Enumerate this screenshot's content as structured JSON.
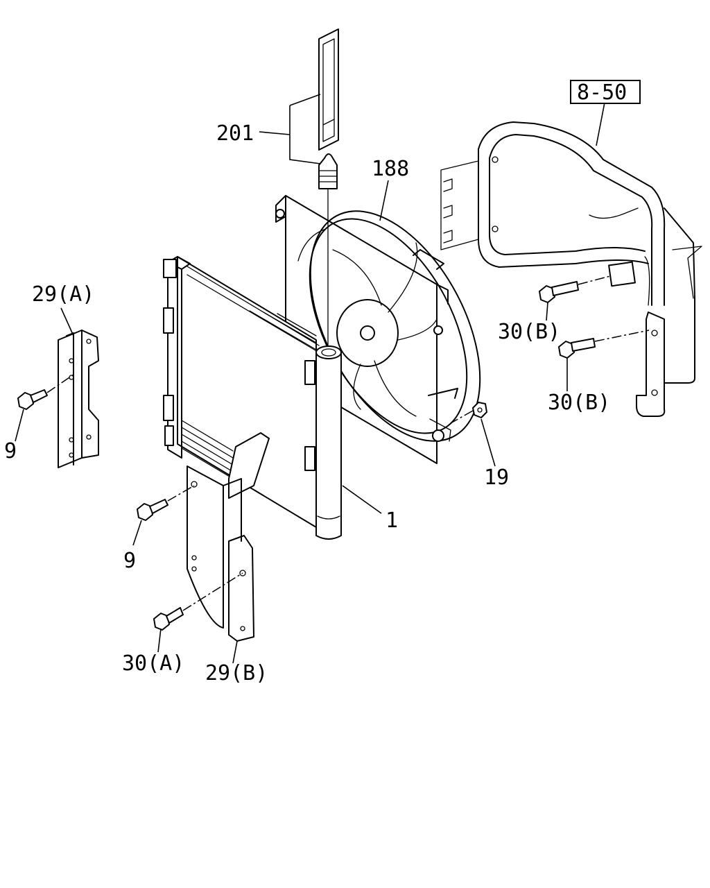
{
  "callouts": {
    "p201": "201",
    "p188": "188",
    "ref": "8-50",
    "p29a": "29(A)",
    "p9_upper": "9",
    "p30b_upper": "30(B)",
    "p30b_lower": "30(B)",
    "p19": "19",
    "p1": "1",
    "p9_lower": "9",
    "p30a": "30(A)",
    "p29b": "29(B)"
  }
}
